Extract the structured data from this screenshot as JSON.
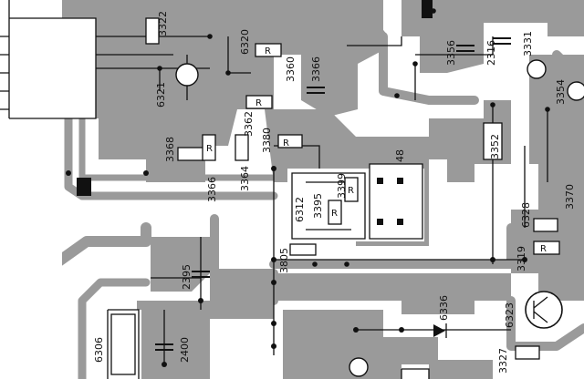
{
  "schematic": {
    "colors": {
      "background": "#ffffff",
      "copper": "#9a9a9a",
      "ink": "#111111"
    },
    "components": [
      "3322",
      "6321",
      "6320",
      "3360",
      "3366",
      "3362",
      "3368",
      "3380",
      "3364",
      "3366_2",
      "6312",
      "3395",
      "3399",
      "48",
      "3352",
      "3356",
      "2316",
      "3331",
      "3354",
      "3370",
      "6328",
      "3319",
      "3805",
      "2395",
      "2400",
      "6306",
      "6336",
      "6323",
      "3327",
      "R"
    ]
  }
}
